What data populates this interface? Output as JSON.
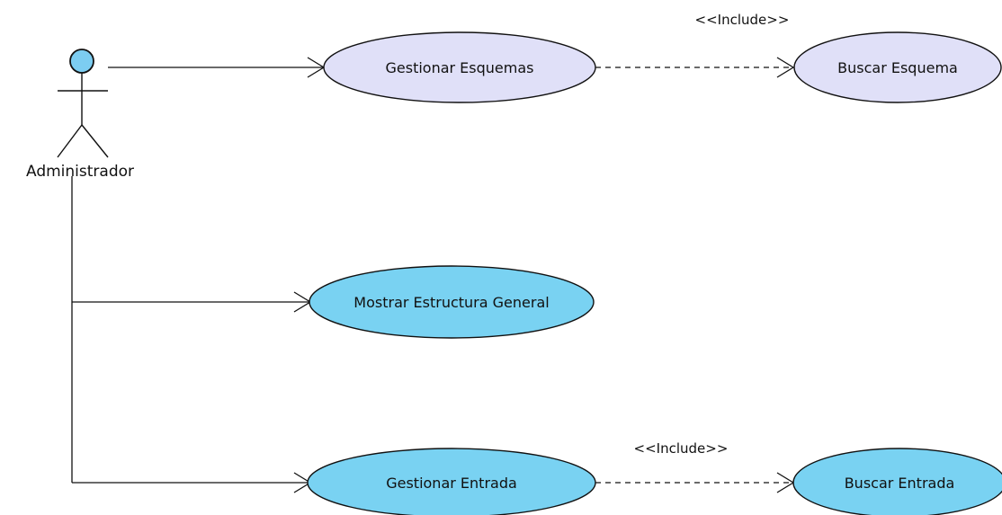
{
  "colors": {
    "usecase_light_fill": "#E0E0F8",
    "usecase_blue_fill": "#79D2F2",
    "actor_head_fill": "#7CCDF1",
    "stroke": "#111111"
  },
  "actor": {
    "name": "Administrador",
    "icon": "stick-figure-icon"
  },
  "use_cases": {
    "gestionar_esquemas": "Gestionar Esquemas",
    "buscar_esquema": "Buscar Esquema",
    "mostrar_estructura": "Mostrar Estructura General",
    "gestionar_entrada": "Gestionar Entrada",
    "buscar_entrada": "Buscar Entrada"
  },
  "relations": {
    "include_top": "<<Include>>",
    "include_bottom": "<<Include>>"
  }
}
